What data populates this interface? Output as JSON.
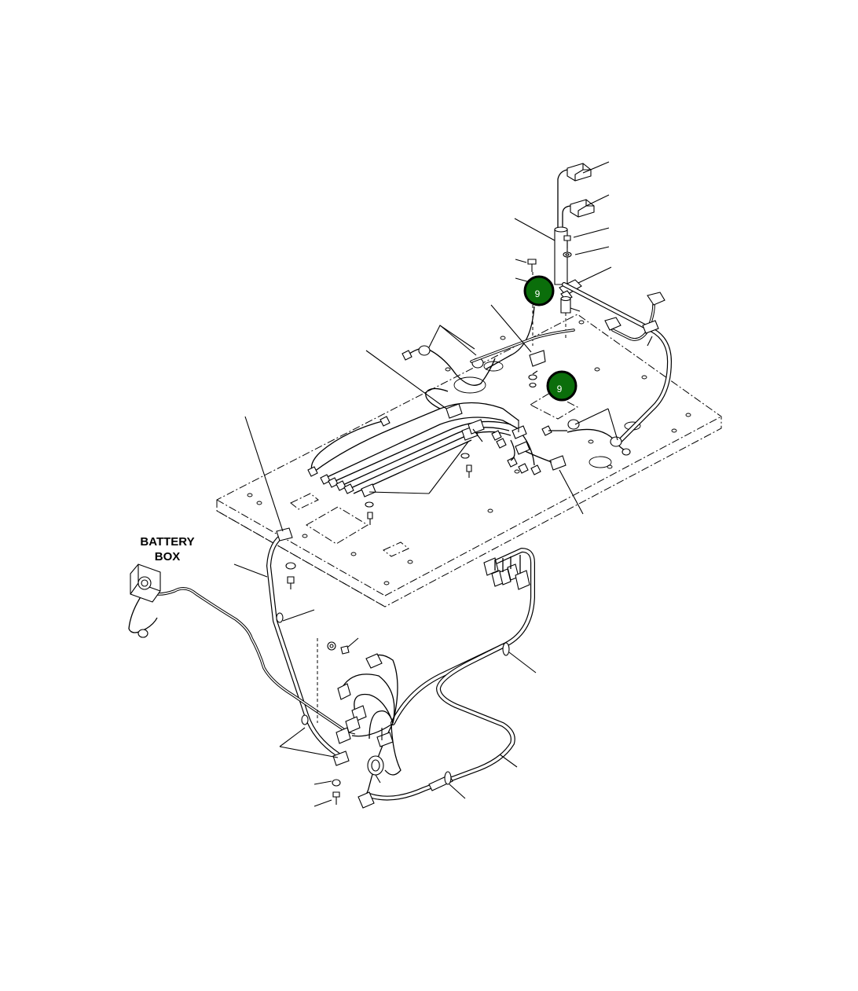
{
  "labels": {
    "battery_box_line1": "BATTERY",
    "battery_box_line2": "BOX"
  },
  "callouts": [
    {
      "id": "callout-upper",
      "number": "9"
    },
    {
      "id": "callout-lower",
      "number": "9"
    }
  ],
  "colors": {
    "callout_fill": "#0b6e0b",
    "callout_text": "#ffffff",
    "line": "#000000",
    "background": "#ffffff"
  }
}
